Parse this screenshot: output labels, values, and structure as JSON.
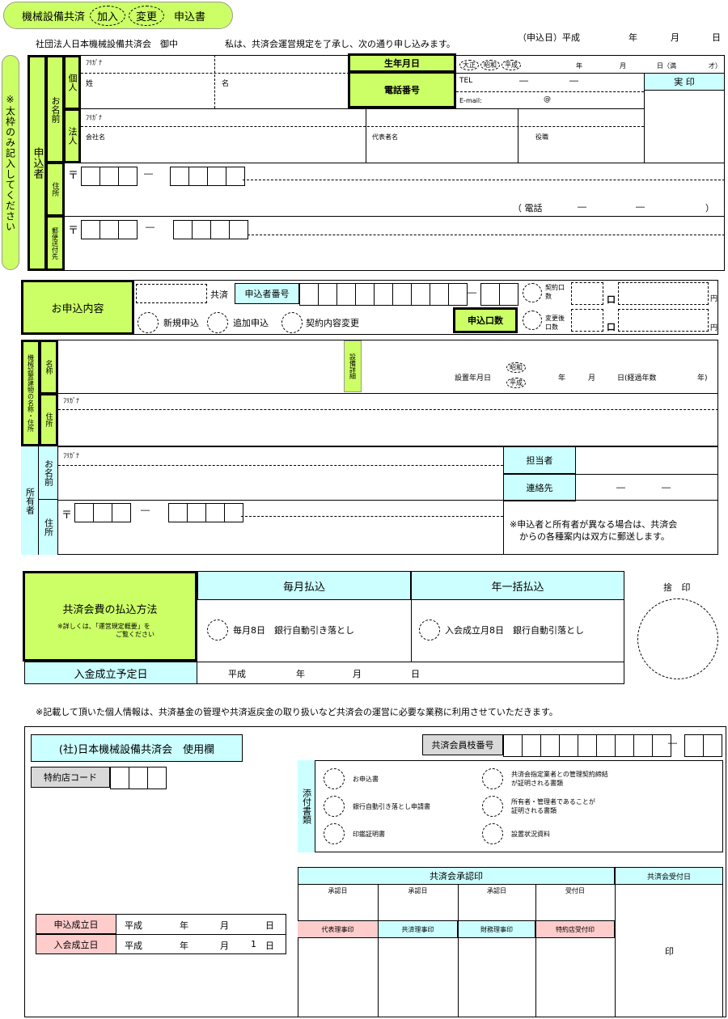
{
  "header": {
    "title_prefix": "機械設備共済",
    "join_label": "加入",
    "change_label": "変更",
    "title_suffix": "申込書",
    "addressee": "社団法人日本機械設備共済会　御中",
    "agreement": "私は、共済会運営規定を了承し、次の通り申し込みます。",
    "date_label": "（申込日）平成",
    "year": "年",
    "month": "月",
    "day": "日"
  },
  "side_note": "※太枠のみ記入してください",
  "applicant": {
    "label": "申込者",
    "name_label": "お名前",
    "individual": "個人",
    "corporation": "法人",
    "furigana": "ﾌﾘｶﾞﾅ",
    "sei": "姓",
    "mei": "名",
    "birth_label": "生年月日",
    "era_taisho": "大正",
    "era_showa": "昭和",
    "era_heisei": "平成",
    "birth_year": "年",
    "birth_month": "月",
    "birth_day": "日（満",
    "birth_age": "才）",
    "phone_label": "電話番号",
    "tel": "TEL",
    "dash": "―",
    "email": "E-mail:",
    "at": "@",
    "seal": "実 印",
    "company": "会社名",
    "representative": "代表者名",
    "position": "役職",
    "address_label": "住所",
    "postal_mark": "〒",
    "phone_paren": "（ 電話",
    "close_paren": "）",
    "mail_label": "郵便送付先"
  },
  "application": {
    "label": "お申込内容",
    "kyosai": "共済",
    "applicant_no": "申込者番号",
    "new": "新規申込",
    "additional": "追加申込",
    "change": "契約内容変更",
    "units_label": "申込口数",
    "contract_units": "契約口数",
    "after_change_units": "変更後口数",
    "unit": "口",
    "yen": "円"
  },
  "building": {
    "label": "機械設置建物の名称・住所",
    "name_label": "名称",
    "address_label": "住所",
    "details": "設備詳細",
    "install_date": "設置年月日",
    "showa": "昭和",
    "heisei": "平成",
    "year": "年",
    "month": "月",
    "day_elapsed": "日(経過年数",
    "year_close": "年)"
  },
  "owner": {
    "label": "所有者",
    "name_label": "お名前",
    "address_label": "住所",
    "person_in_charge": "担当者",
    "contact": "連絡先",
    "note_line1": "※申込者と所有者が異なる場合は、共済会",
    "note_line2": "からの各種案内は双方に郵送します。"
  },
  "payment": {
    "label": "共済会費の払込方法",
    "note_line1": "※詳しくは、「運営規定概要」を",
    "note_line2": "ご覧ください",
    "monthly": "毎月払込",
    "annual": "年一括払込",
    "monthly_desc": "毎月8日　銀行自動引き落とし",
    "annual_desc": "入会成立月8日　銀行自動引落とし",
    "deposit_label": "入金成立予定日",
    "deposit_era": "平成",
    "year": "年",
    "month": "月",
    "day": "日",
    "discard_seal": "捨 印"
  },
  "privacy_note": "※記載して頂いた個人情報は、共済基金の管理や共済返戻金の取り扱いなど共済会の運営に必要な業務に利用させていただきます。",
  "office": {
    "title": "(社)日本機械設備共済会　使用欄",
    "member_no": "共済会員枝番号",
    "agent_code": "特約店コード",
    "attachments_label": "添付書類",
    "att1": "お申込書",
    "att2": "銀行自動引き落とし申請書",
    "att3": "印鑑証明書",
    "att4_line1": "共済会指定業者との管理契約締結",
    "att4_line2": "が証明される書類",
    "att5_line1": "所有者・管理者であることが",
    "att5_line2": "証明される書類",
    "att6": "設置状況資料",
    "approval_label": "共済会承認印",
    "receipt_label": "共済会受付日",
    "approval_date": "承認日",
    "reception_date": "受付日",
    "rep_director": "代表理事印",
    "kyosai_director": "共済理事印",
    "finance_director": "財務理事印",
    "agent_seal": "特約店受付印",
    "seal": "印",
    "established_date": "申込成立日",
    "deposit_date": "入会成立日",
    "era": "平成",
    "year": "年",
    "month": "月",
    "day": "日",
    "day_num": "1"
  }
}
